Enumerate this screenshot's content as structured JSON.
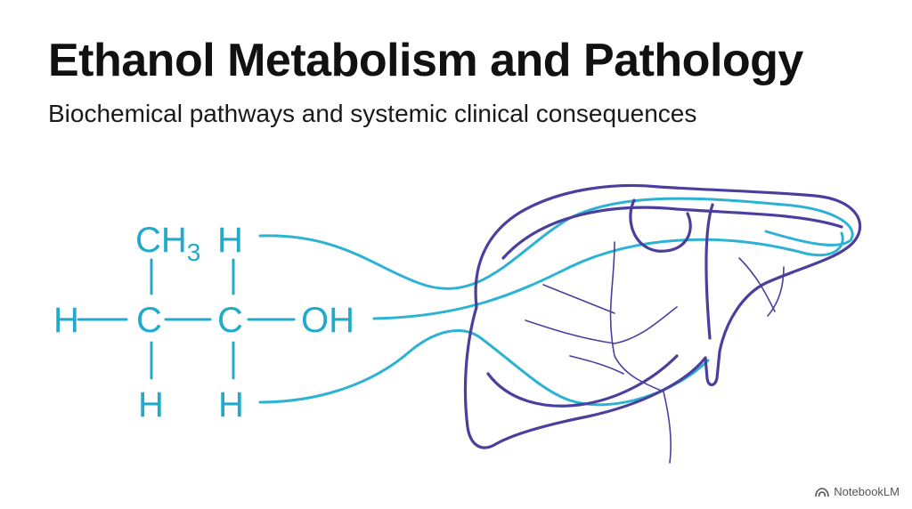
{
  "title": "Ethanol Metabolism and Pathology",
  "subtitle": "Biochemical pathways and systemic clinical consequences",
  "molecule": {
    "ch3": "CH",
    "ch3_sub": "3",
    "h_top": "H",
    "h_left": "H",
    "c1": "C",
    "c2": "C",
    "oh": "OH",
    "h_bottom1": "H",
    "h_bottom2": "H"
  },
  "colors": {
    "molecule": "#22aacb",
    "liver_outline": "#4b3f9e"
  },
  "watermark": {
    "label": "NotebookLM",
    "icon": "notebooklm-logo-icon"
  }
}
